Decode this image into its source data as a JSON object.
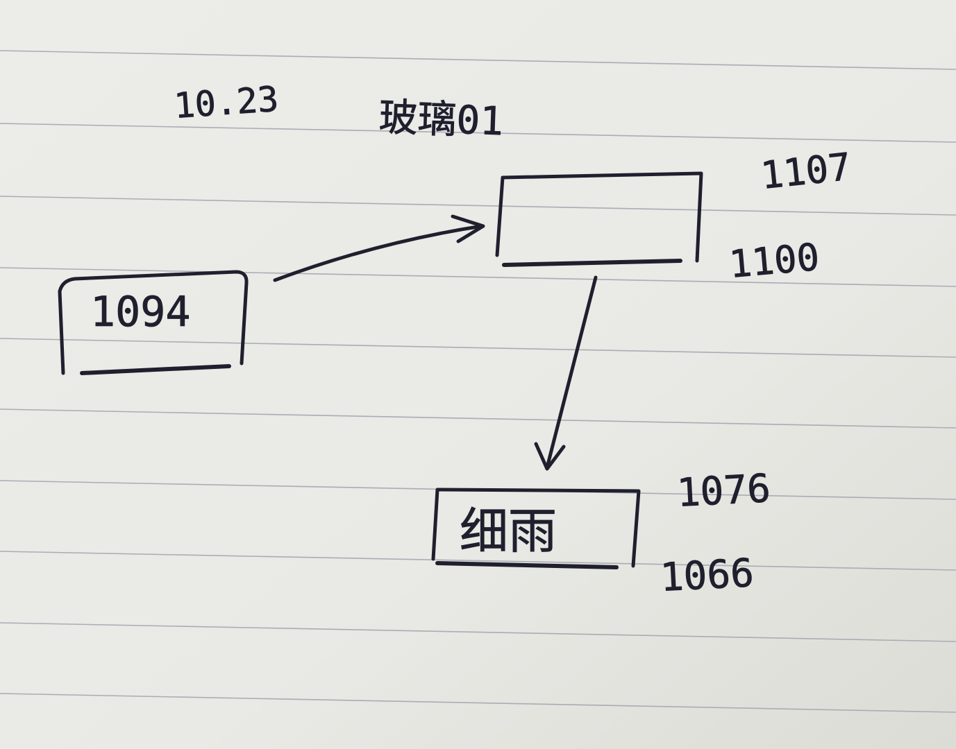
{
  "header": {
    "date": "10.23",
    "title": "玻璃01"
  },
  "nodes": {
    "left": {
      "label": "1094"
    },
    "top": {
      "label": ""
    },
    "bottom": {
      "label": "细雨"
    }
  },
  "annotations": {
    "top_upper": "1107",
    "top_lower": "1100",
    "bottom_upper": "1076",
    "bottom_lower": "1066"
  },
  "colors": {
    "paper": "#ebebe7",
    "ink": "#1f1f2e",
    "rule": "#a9acb4"
  }
}
